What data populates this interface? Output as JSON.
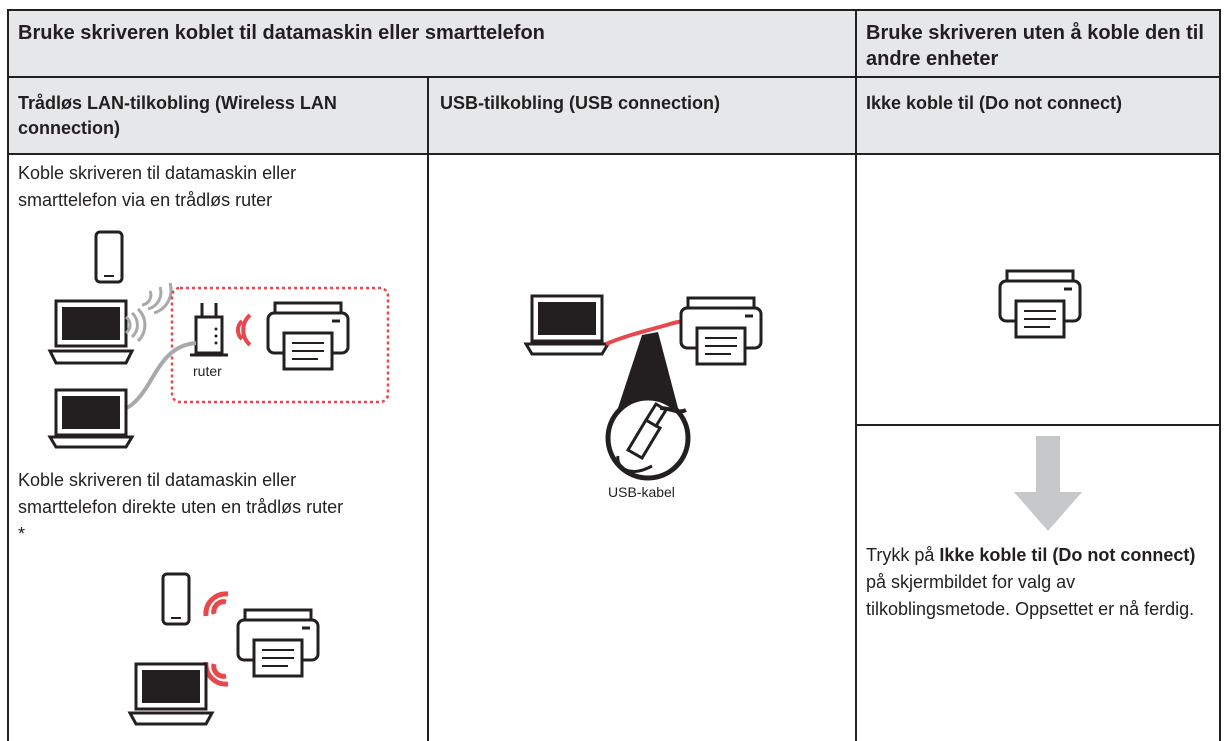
{
  "table": {
    "header_left": "Bruke skriveren koblet til datamaskin eller smarttelefon",
    "header_right": "Bruke skriveren uten å koble den til andre enheter",
    "columns": [
      "Trådløs LAN-tilkobling (Wireless LAN connection)",
      "USB-tilkobling (USB connection)",
      "Ikke koble til (Do not connect)"
    ]
  },
  "wireless": {
    "text1": "Koble skriveren til datamaskin eller smarttelefon via en trådløs ruter",
    "router_label": "ruter",
    "text2": "Koble skriveren til datamaskin eller smarttelefon direkte uten en trådløs ruter *"
  },
  "usb": {
    "cable_label": "USB-kabel"
  },
  "do_not_connect": {
    "instr_pre": "Trykk på ",
    "instr_bold": "Ikke koble til (Do not connect)",
    "instr_post": " på skjermbildet for valg av tilkoblingsmetode. Oppsettet er nå ferdig."
  },
  "colors": {
    "header_bg": "#e6e7e8",
    "line": "#231f20",
    "accent_red": "#e8474c",
    "arrow_gray": "#c7c8ca",
    "wire_gray": "#a7a9ac"
  }
}
